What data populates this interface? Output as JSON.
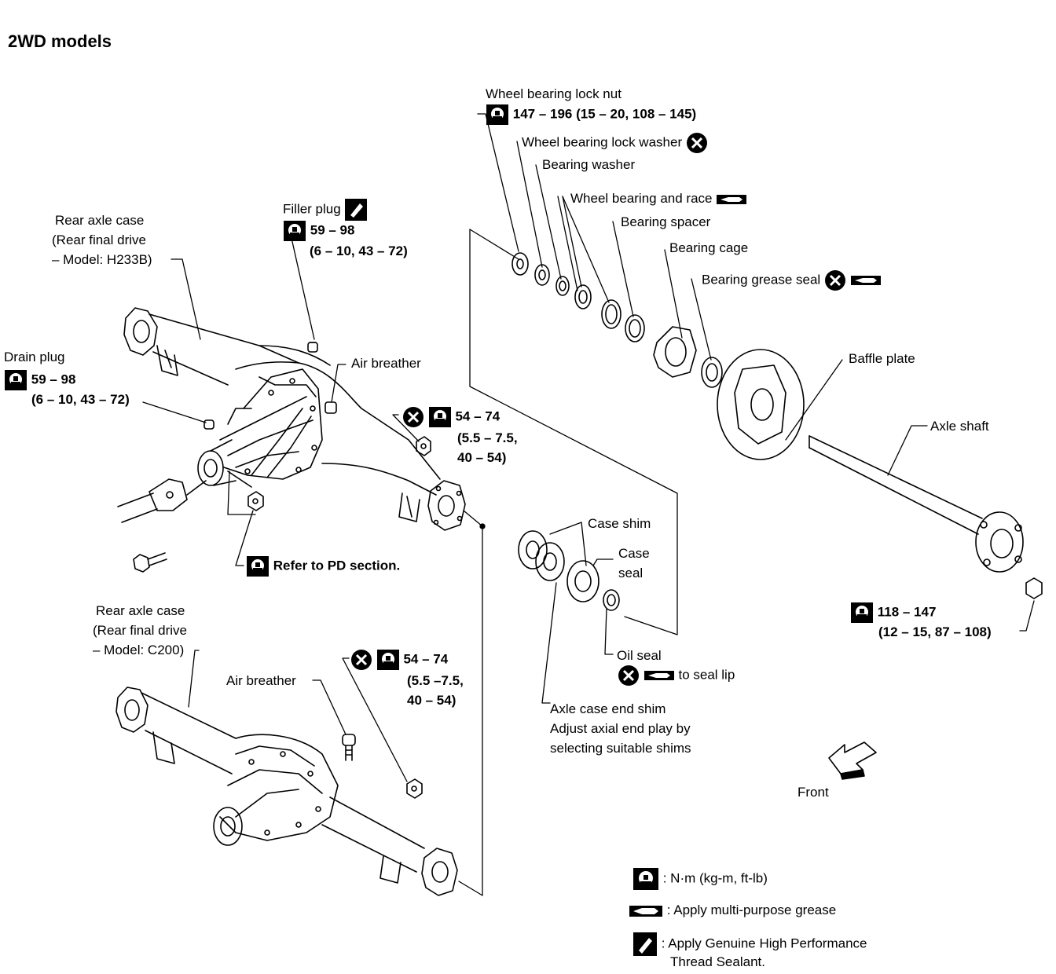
{
  "title": "2WD models",
  "labels": {
    "wheel_bearing_lock_nut": "Wheel bearing lock nut",
    "lock_nut_torque": "147 – 196 (15 – 20, 108 – 145)",
    "wheel_bearing_lock_washer": "Wheel bearing lock washer",
    "bearing_washer": "Bearing washer",
    "wheel_bearing_and_race": "Wheel bearing and race",
    "bearing_spacer": "Bearing spacer",
    "bearing_cage": "Bearing cage",
    "bearing_grease_seal": "Bearing grease seal",
    "baffle_plate": "Baffle plate",
    "axle_shaft": "Axle shaft",
    "rear_axle_case_1_line1": "Rear axle case",
    "rear_axle_case_1_line2": "(Rear final drive",
    "rear_axle_case_1_line3": "– Model: H233B)",
    "filler_plug": "Filler plug",
    "filler_torque_1": "59 – 98",
    "filler_torque_2": "(6 – 10, 43 – 72)",
    "drain_plug": "Drain plug",
    "drain_torque_1": "59 – 98",
    "drain_torque_2": "(6 – 10, 43 – 72)",
    "air_breather_1": "Air breather",
    "nut_torque_1a": "54 – 74",
    "nut_torque_1b": "(5.5 – 7.5,",
    "nut_torque_1c": "40 – 54)",
    "case_shim": "Case shim",
    "case_seal_1": "Case",
    "case_seal_2": "seal",
    "refer_pd": "Refer to PD section.",
    "hub_torque_1": "118 – 147",
    "hub_torque_2": "(12 – 15, 87 – 108)",
    "rear_axle_case_2_line1": "Rear axle case",
    "rear_axle_case_2_line2": "(Rear final drive",
    "rear_axle_case_2_line3": "– Model: C200)",
    "air_breather_2": "Air breather",
    "nut_torque_2a": "54 – 74",
    "nut_torque_2b": "(5.5 –7.5,",
    "nut_torque_2c": "40 – 54)",
    "oil_seal": "Oil seal",
    "to_seal_lip": "to seal lip",
    "axle_end_shim_1": "Axle case end shim",
    "axle_end_shim_2": "Adjust axial end play by",
    "axle_end_shim_3": "selecting suitable shims",
    "front": "Front"
  },
  "legend": {
    "torque": ": N·m (kg-m, ft-lb)",
    "grease": ": Apply multi-purpose grease",
    "sealant_1": ": Apply Genuine High Performance",
    "sealant_2": "Thread Sealant."
  },
  "icons": {
    "torque": "torque-wrench-icon",
    "replace": "do-not-reuse-icon",
    "grease": "multi-purpose-grease-icon",
    "sealant": "thread-sealant-icon"
  }
}
